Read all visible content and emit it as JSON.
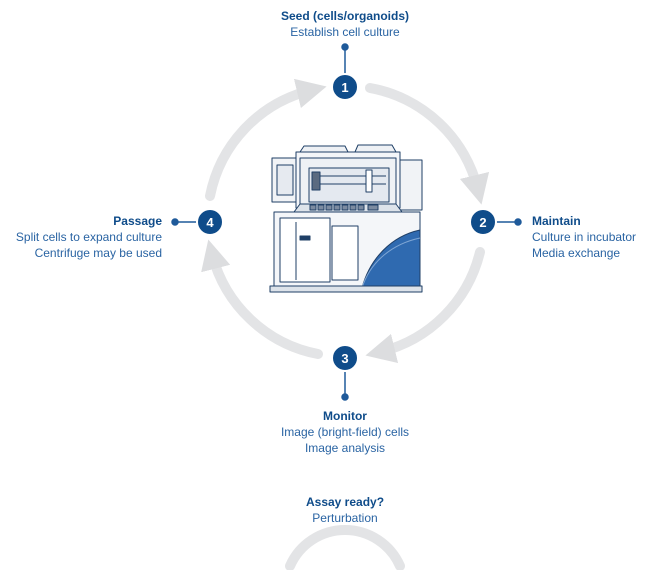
{
  "steps": [
    {
      "num": "1",
      "title": "Seed (cells/organoids)",
      "lines": [
        "Establish cell culture"
      ]
    },
    {
      "num": "2",
      "title": "Maintain",
      "lines": [
        "Culture in incubator",
        "Media exchange"
      ]
    },
    {
      "num": "3",
      "title": "Monitor",
      "lines": [
        "Image (bright-field) cells",
        "Image analysis"
      ]
    },
    {
      "num": "4",
      "title": "Passage",
      "lines": [
        "Split cells to expand culture",
        "Centrifuge may be used"
      ]
    }
  ],
  "assay": {
    "title": "Assay ready?",
    "line": "Perturbation"
  },
  "colors": {
    "accent": "#0f4c8a",
    "arrow": "#e3e4e6",
    "machine_light": "#f1f3f6",
    "machine_blue": "#2f6ab0",
    "outline": "#1f3f66"
  }
}
